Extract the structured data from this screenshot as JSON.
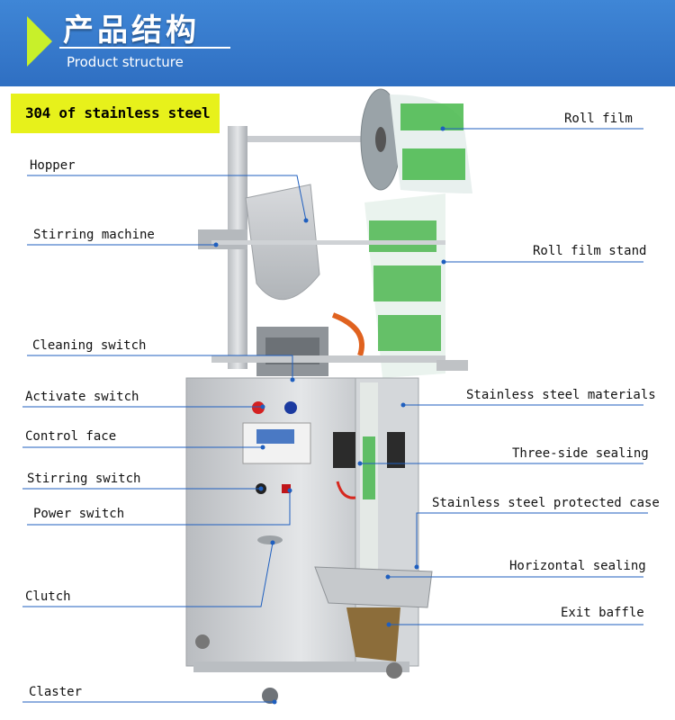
{
  "banner": {
    "title": "产品结构",
    "subtitle": "Product structure"
  },
  "tag": "304 of stainless steel",
  "labels": {
    "roll_film": "Roll  film",
    "hopper": "Hopper",
    "stirring_machine": "Stirring machine",
    "roll_film_stand": "Roll film stand",
    "cleaning_switch": "Cleaning switch",
    "activate_switch": "Activate switch",
    "stainless_materials": "Stainless steel materials",
    "control_face": "Control face",
    "three_side_sealing": "Three-side sealing",
    "stirring_switch": "Stirring switch",
    "stainless_case": "Stainless steel protected case",
    "power_switch": "Power switch",
    "horizontal_sealing": "Horizontal sealing",
    "clutch": "Clutch",
    "exit_baffle": "Exit baffle",
    "claster": "Claster"
  },
  "colors": {
    "banner": "#2f6fc2",
    "tag_bg": "#e7f11b",
    "leader_line": "#1f5fbf",
    "film_green": "#3db83a"
  }
}
